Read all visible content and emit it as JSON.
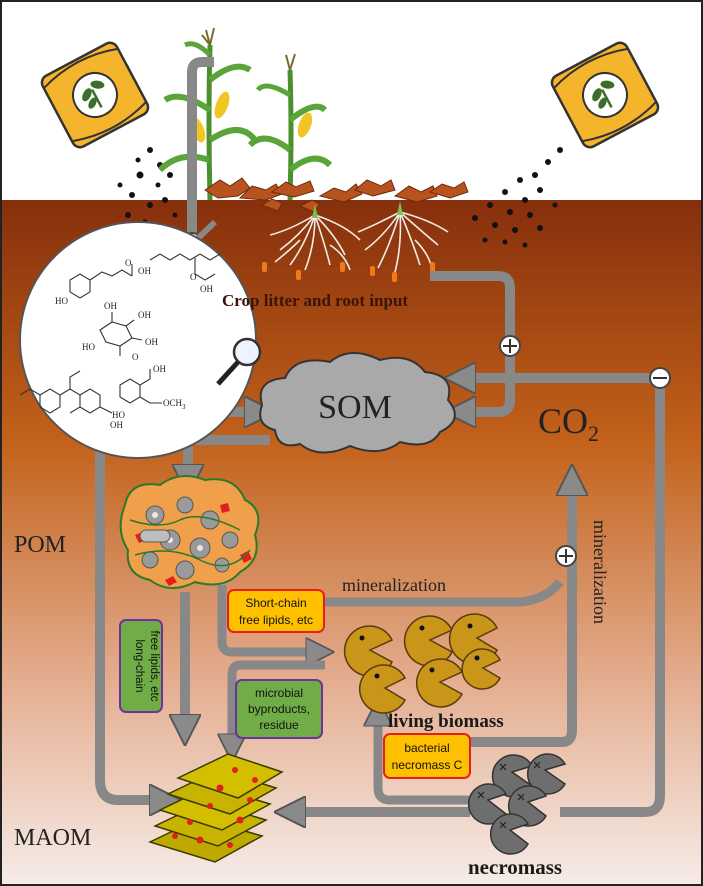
{
  "labels": {
    "crop_input": "Crop litter and root input",
    "som": "SOM",
    "co2": "CO",
    "co2_sub": "2",
    "pom": "POM",
    "maom": "MAOM",
    "mineralization_horizontal": "mineralization",
    "mineralization_vertical": "mineralization",
    "living_biomass": "living biomass",
    "necromass": "necromass"
  },
  "boxes": {
    "short_chain": [
      "Short-chain",
      "free lipids, etc"
    ],
    "long_chain": [
      "long-chain",
      "free lipids, etc"
    ],
    "microbial": [
      "microbial",
      "byproducts,",
      "residue"
    ],
    "bacterial": [
      "bacterial",
      "necromass C"
    ]
  },
  "molecule_labels": {
    "oh1": "OH",
    "o1": "O",
    "ho1": "HO",
    "oh2": "OH",
    "o2": "O",
    "oh3": "OH",
    "oh4": "OH",
    "oh5": "OH",
    "ho2": "HO",
    "o3": "O",
    "oh6": "OH",
    "och3": "OCH",
    "och3_sub": "3",
    "ho3": "HO",
    "oh7": "OH"
  },
  "colors": {
    "soil_top": "#8b3510",
    "soil_mid": "#c2611a",
    "soil_bottom": "#f6ece8",
    "arrow_gray": "#858585",
    "cloud_gray": "#a9a9a9",
    "box_orange_fill": "#ffc000",
    "box_orange_border": "#e81e1e",
    "box_green_fill": "#70ad47",
    "box_green_border": "#7030a0",
    "pacman_living": "#c9961a",
    "mineral_yellow": "#c7b300"
  }
}
